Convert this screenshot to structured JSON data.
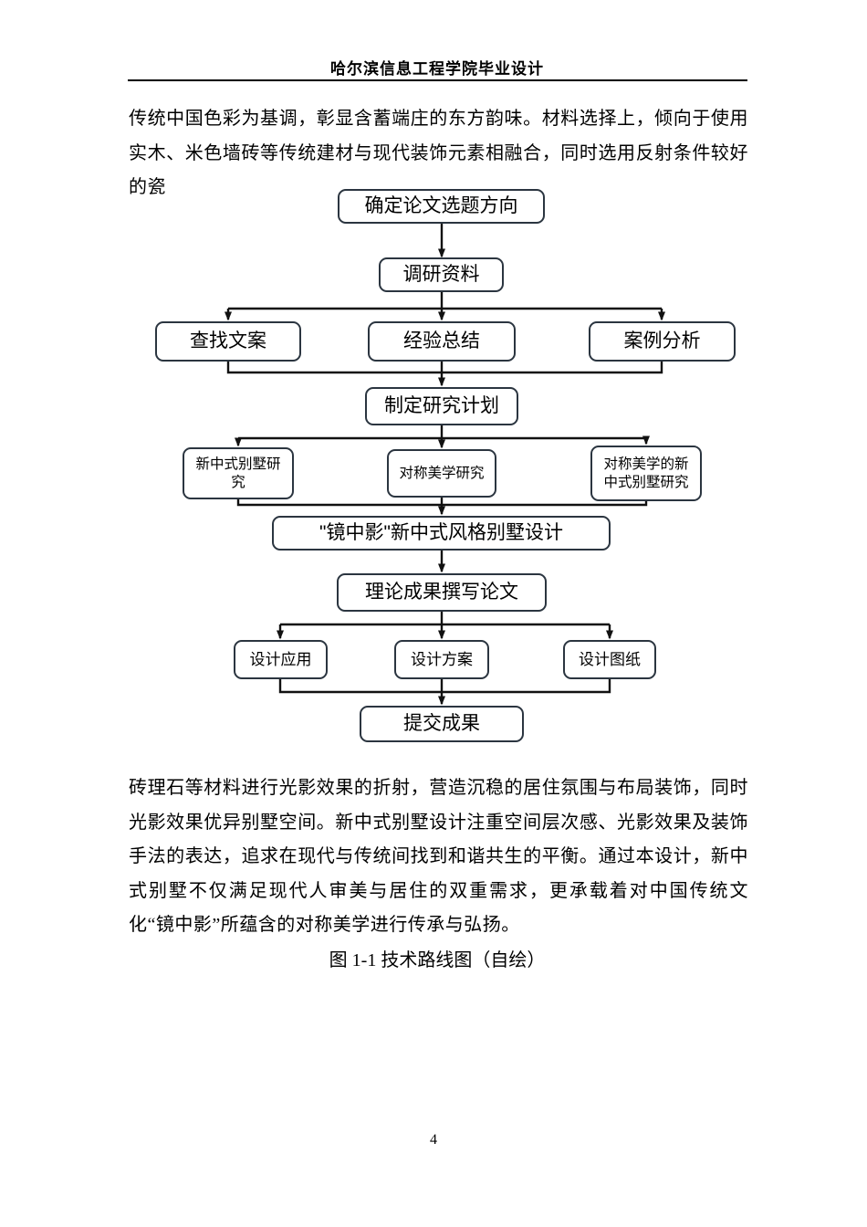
{
  "page": {
    "header_title": "哈尔滨信息工程学院毕业设计",
    "paragraph_top": "传统中国色彩为基调，彰显含蓄端庄的东方韵味。材料选择上，倾向于使用实木、米色墙砖等传统建材与现代装饰元素相融合，同时选用反射条件较好的瓷",
    "paragraph_bottom": "砖理石等材料进行光影效果的折射，营造沉稳的居住氛围与布局装饰，同时光影效果优异别墅空间。新中式别墅设计注重空间层次感、光影效果及装饰手法的表达，追求在现代与传统间找到和谐共生的平衡。通过本设计，新中式别墅不仅满足现代人审美与居住的双重需求，更承载着对中国传统文化“镜中影”所蕴含的对称美学进行传承与弘扬。",
    "caption": "图 1-1 技术路线图（自绘）",
    "page_number": "4"
  },
  "flowchart": {
    "nodes": {
      "topic": "确定论文选题方向",
      "research": "调研资料",
      "find_docs": "查找文案",
      "experience": "经验总结",
      "case_analysis": "案例分析",
      "plan": "制定研究计划",
      "villa_study": "新中式别墅研究",
      "symmetry_study": "对称美学研究",
      "symmetry_villa_study": "对称美学的新中式别墅研究",
      "design": "\"镜中影\"新中式风格别墅设计",
      "thesis": "理论成果撰写论文",
      "design_application": "设计应用",
      "design_scheme": "设计方案",
      "design_drawings": "设计图纸",
      "submit": "提交成果"
    },
    "colors": {
      "box_border": "#2b3540",
      "line": "#111111"
    }
  }
}
